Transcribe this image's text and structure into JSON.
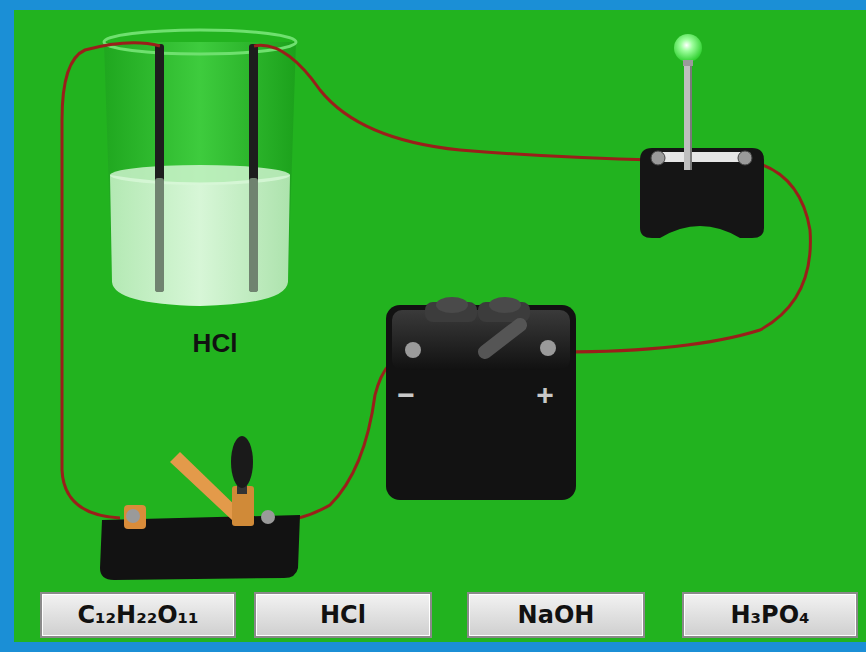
{
  "diagram": {
    "nodes": [
      {
        "text": [
          "C₁₂H₂₂O₁₁"
        ]
      },
      {
        "text": [
          "HCl"
        ]
      },
      {
        "text": [
          "NaOH"
        ]
      },
      {
        "text": [
          "H₃PO₄"
        ]
      }
    ],
    "labels": [
      "HCl",
      "−",
      "+"
    ]
  }
}
